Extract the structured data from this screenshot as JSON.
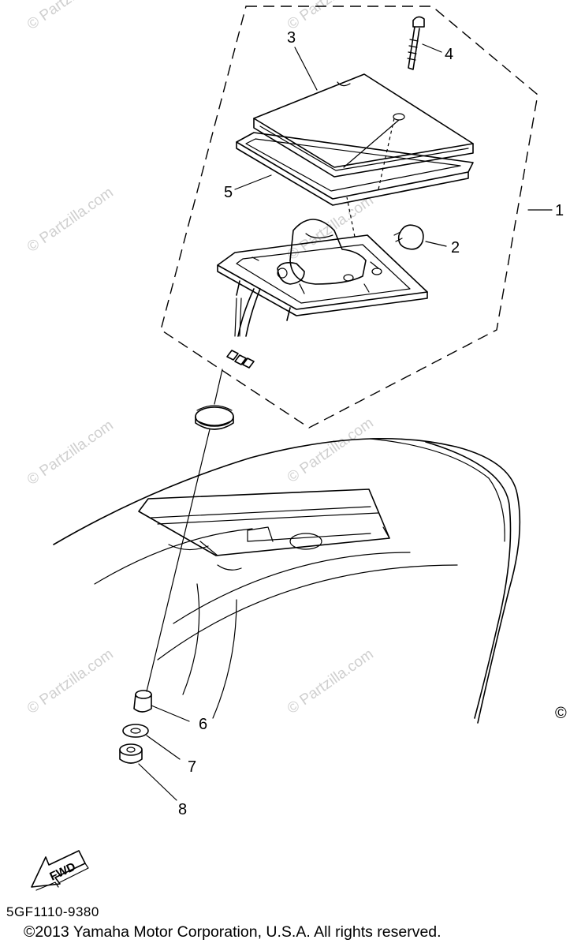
{
  "watermark": "© Partzilla.com",
  "callouts": [
    "1",
    "2",
    "3",
    "4",
    "5",
    "6",
    "7",
    "8"
  ],
  "fwd_label": "FWD",
  "diagram_code": "5GF1110-9380",
  "copyright": "©2013  Yamaha Motor Corporation, U.S.A. All rights reserved.",
  "edge_copyright_symbol": "©"
}
